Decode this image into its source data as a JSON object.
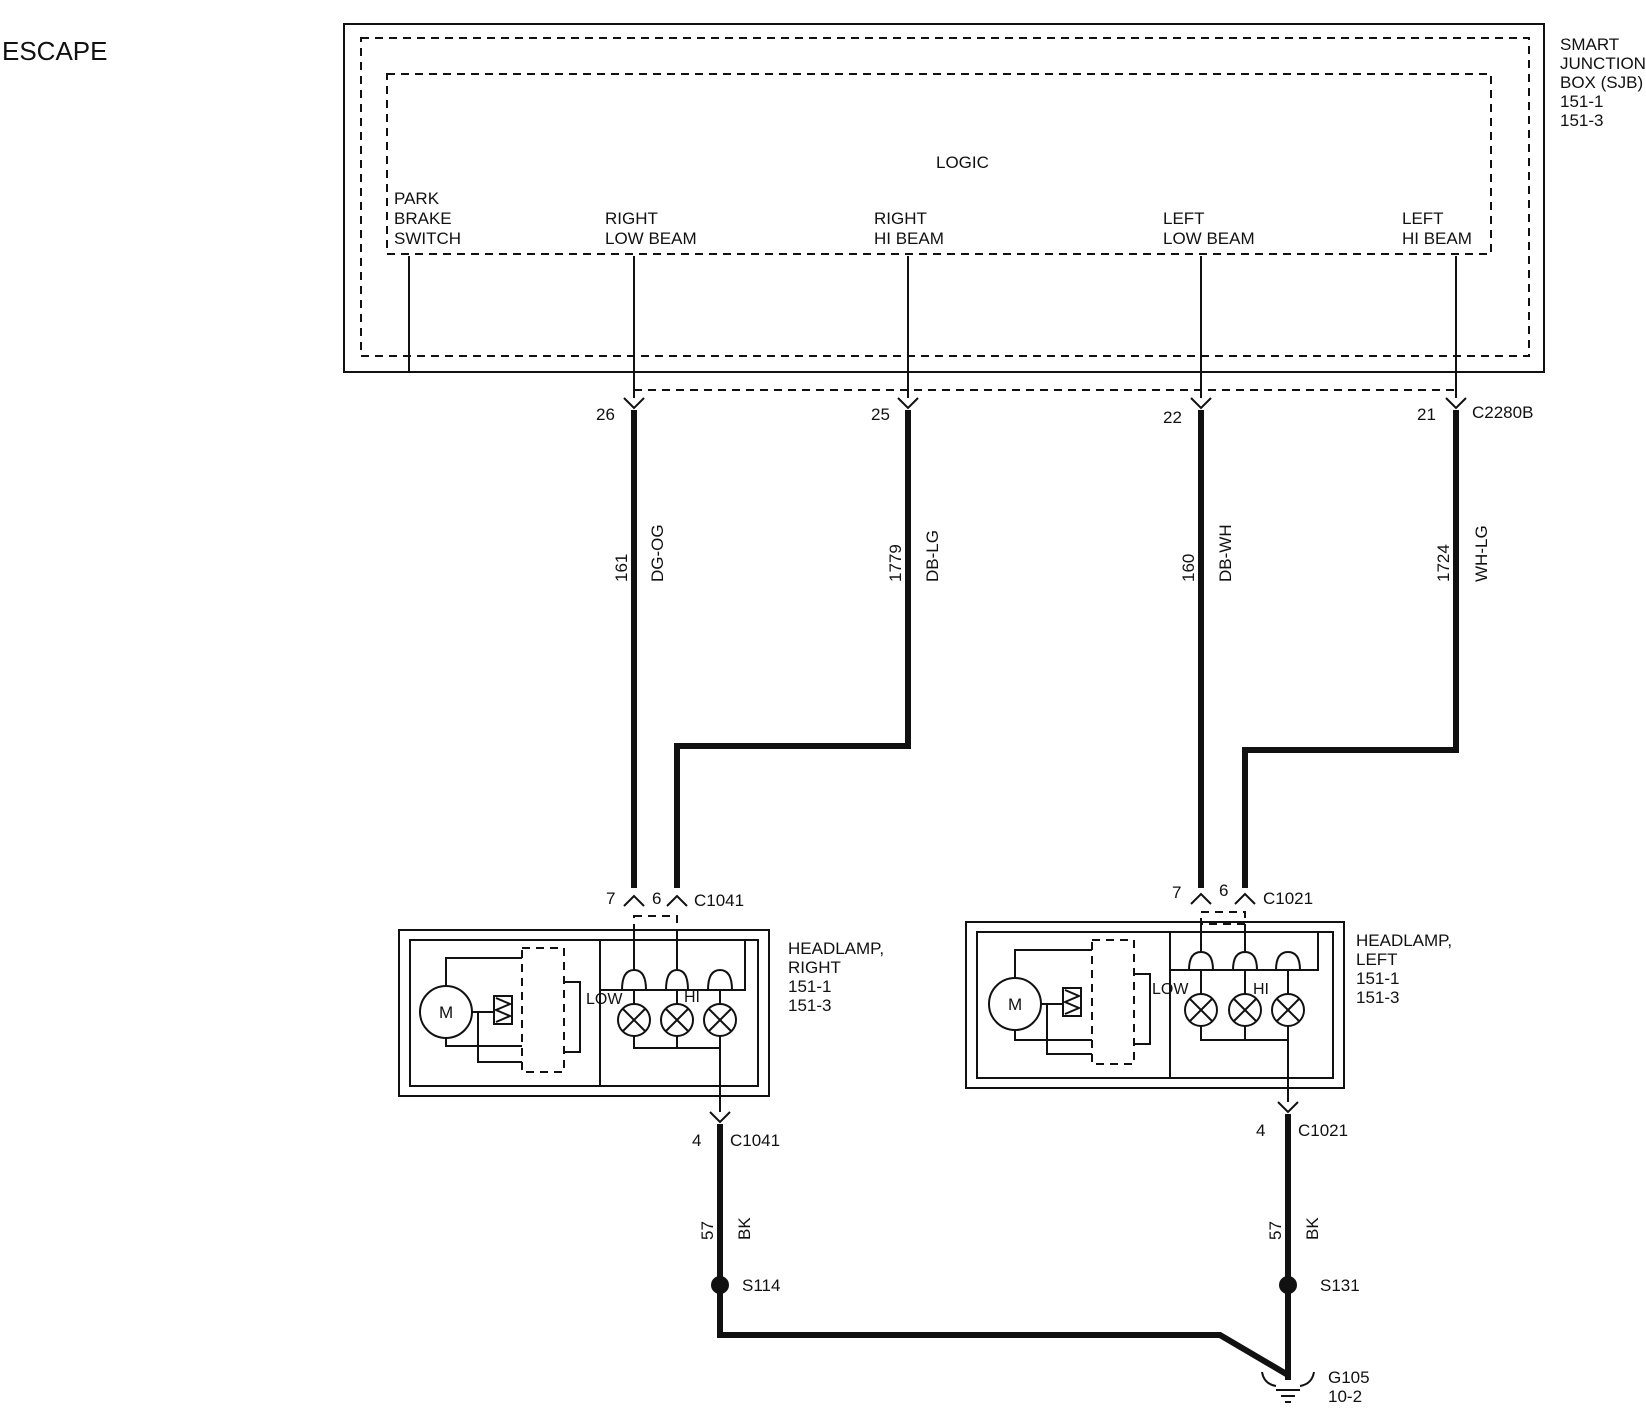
{
  "page_title": "ESCAPE",
  "sjb": {
    "name_lines": [
      "SMART",
      "JUNCTION",
      "BOX (SJB)",
      "151-1",
      "151-3"
    ],
    "logic": "LOGIC",
    "park_brake": [
      "PARK",
      "BRAKE",
      "SWITCH"
    ],
    "right_low": [
      "RIGHT",
      "LOW BEAM"
    ],
    "right_hi": [
      "RIGHT",
      "HI BEAM"
    ],
    "left_low": [
      "LEFT",
      "LOW BEAM"
    ],
    "left_hi": [
      "LEFT",
      "HI BEAM"
    ],
    "connector": "C2280B"
  },
  "pins": {
    "p26": "26",
    "p25": "25",
    "p22": "22",
    "p21": "21"
  },
  "circuits": {
    "c161": {
      "number": "161",
      "color": "DG-OG"
    },
    "c1779": {
      "number": "1779",
      "color": "DB-LG"
    },
    "c160": {
      "number": "160",
      "color": "DB-WH"
    },
    "c1724": {
      "number": "1724",
      "color": "WH-LG"
    }
  },
  "right_headlamp": {
    "name_lines": [
      "HEADLAMP,",
      "RIGHT",
      "151-1",
      "151-3"
    ],
    "connector": "C1041",
    "pin_a": "7",
    "pin_b": "6",
    "ground_pin": "4",
    "motor": "M",
    "low": "LOW",
    "hi": "HI"
  },
  "left_headlamp": {
    "name_lines": [
      "HEADLAMP,",
      "LEFT",
      "151-1",
      "151-3"
    ],
    "connector": "C1021",
    "pin_a": "7",
    "pin_b": "6",
    "ground_pin": "4",
    "motor": "M",
    "low": "LOW",
    "hi": "HI"
  },
  "grounds": {
    "right_circuit": "57",
    "right_color": "BK",
    "right_splice": "S114",
    "left_circuit": "57",
    "left_color": "BK",
    "left_splice": "S131",
    "ground_name": "G105",
    "ground_ref": "10-2"
  }
}
